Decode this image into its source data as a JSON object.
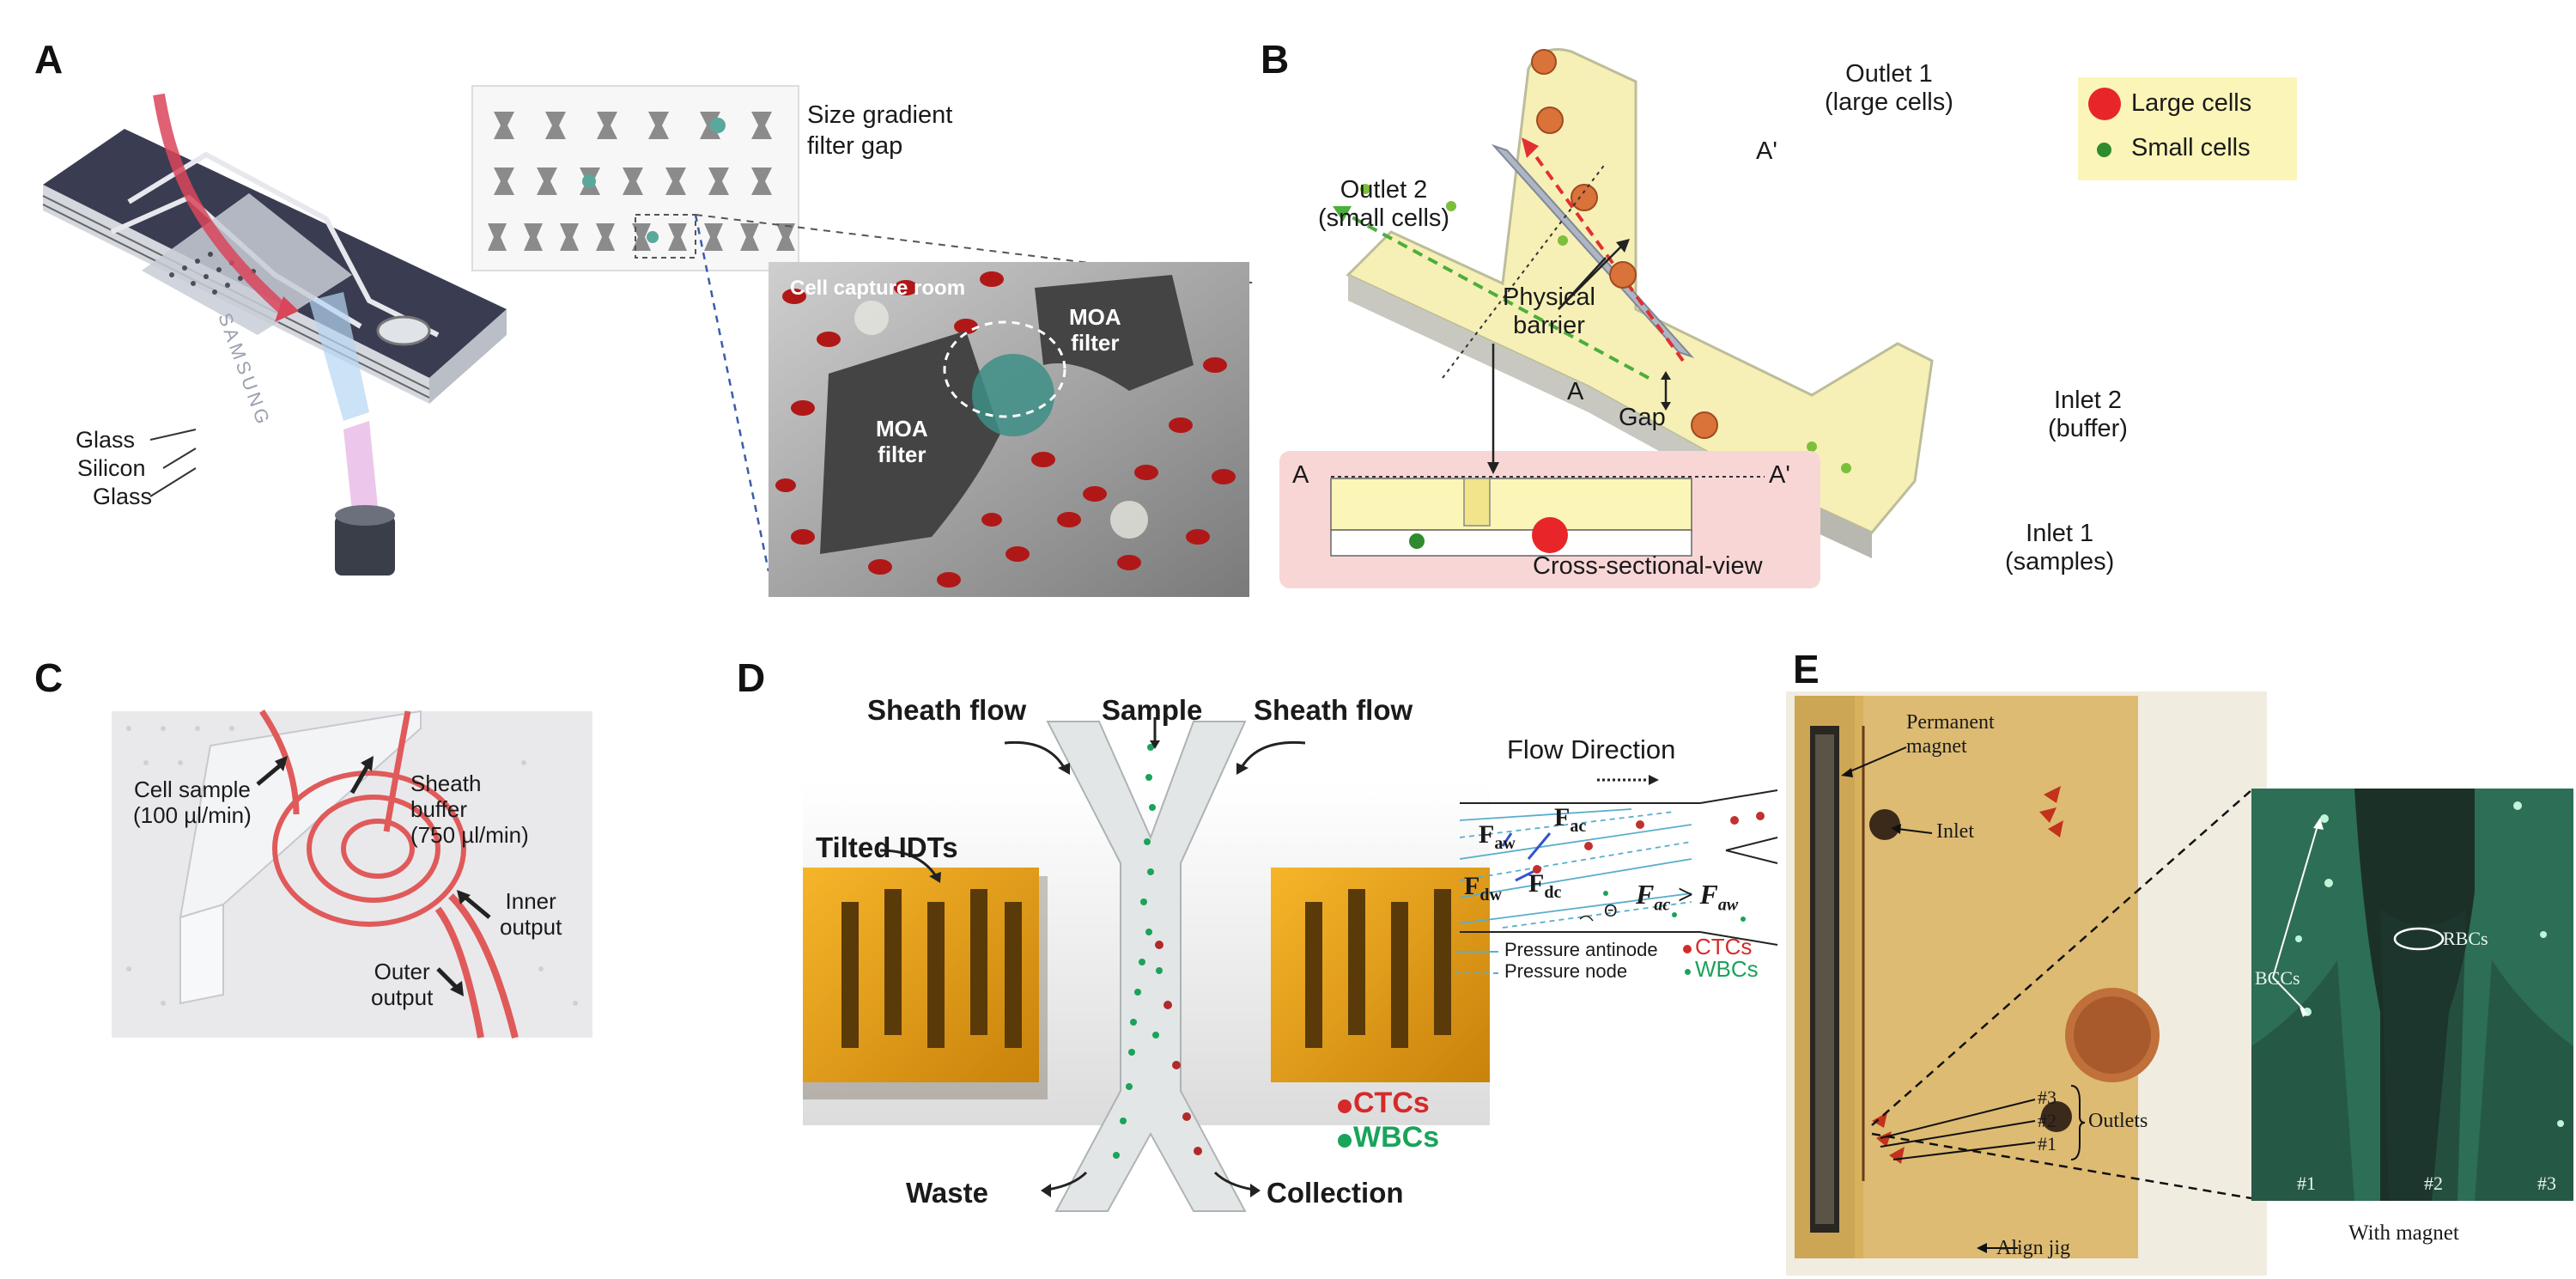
{
  "panels": {
    "A": {
      "letter": "A",
      "gradient_label_1": "Size gradient",
      "gradient_label_2": "filter gap",
      "cell_capture": "Cell capture room",
      "moa_1a": "MOA",
      "moa_1b": "filter",
      "moa_2a": "MOA",
      "moa_2b": "filter",
      "layers": [
        "Glass",
        "Silicon",
        "Glass"
      ],
      "brand": "SAMSUNG"
    },
    "B": {
      "letter": "B",
      "outlet1_a": "Outlet 1",
      "outlet1_b": "(large cells)",
      "outlet2_a": "Outlet 2",
      "outlet2_b": "(small cells)",
      "legend_large": "Large cells",
      "legend_small": "Small cells",
      "a_prime": "A'",
      "a": "A",
      "physical_a": "Physical",
      "physical_b": "barrier",
      "gap": "Gap",
      "inlet2_a": "Inlet 2",
      "inlet2_b": "(buffer)",
      "inlet1_a": "Inlet 1",
      "inlet1_b": "(samples)",
      "cs_a": "A",
      "cs_aprime": "A'",
      "cross_section": "Cross-sectional-view",
      "colors": {
        "large": "#e8262a",
        "small": "#2e8b2e",
        "legend_bg": "#fbf5b8",
        "cs_bg": "#f9d6d6"
      }
    },
    "C": {
      "letter": "C",
      "cell_sample_a": "Cell sample",
      "cell_sample_b": "(100 µl/min)",
      "sheath_a": "Sheath",
      "sheath_b": "buffer",
      "sheath_c": "(750 µl/min)",
      "inner_a": "Inner",
      "inner_b": "output",
      "outer_a": "Outer",
      "outer_b": "output"
    },
    "D": {
      "letter": "D",
      "sheath_left": "Sheath flow",
      "sample": "Sample",
      "sheath_right": "Sheath flow",
      "tilted": "Tilted IDTs",
      "ctcs": "CTCs",
      "wbcs": "WBCs",
      "waste": "Waste",
      "collection": "Collection",
      "flow_direction": "Flow Direction",
      "f_aw": "F",
      "f_aw_sub": "aw",
      "f_ac": "F",
      "f_ac_sub": "ac",
      "f_dw": "F",
      "f_dw_sub": "dw",
      "f_dc": "F",
      "f_dc_sub": "dc",
      "theta": "Θ",
      "ineq_f1": "F",
      "ineq_s1": "ac",
      "ineq_op": ">",
      "ineq_f2": "F",
      "ineq_s2": "aw",
      "antinode": "Pressure antinode",
      "node": "Pressure node",
      "legend_ctcs": "CTCs",
      "legend_wbcs": "WBCs",
      "colors": {
        "ctc": "#d62a2a",
        "wbc": "#1aa35a"
      }
    },
    "E": {
      "letter": "E",
      "perm_a": "Permanent",
      "perm_b": "magnet",
      "inlet": "Inlet",
      "n3": "#3",
      "n2": "#2",
      "n1": "#1",
      "outlets": "Outlets",
      "align": "Align jig",
      "bccs": "BCCs",
      "rbcs": "RBCs",
      "z1": "#1",
      "z2": "#2",
      "z3": "#3",
      "with_magnet": "With magnet"
    }
  }
}
